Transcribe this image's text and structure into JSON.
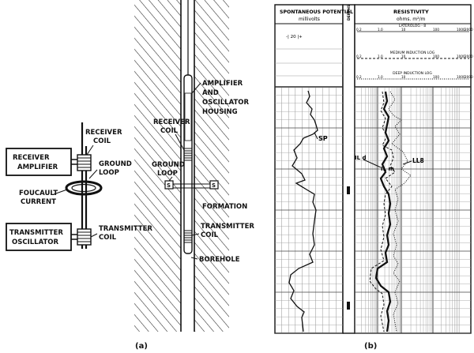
{
  "figure_a": {
    "caption": "(a)",
    "schematic_labels": {
      "receiver_coil": "RECEIVER\nCOIL",
      "receiver_amplifier": "RECEIVER\nAMPLIFIER",
      "ground_loop": "GROUND\nLOOP",
      "foucault_current": "FOUCAULT\nCURRENT",
      "transmitter_oscillator": "TRANSMITTER\nOSCILLATOR",
      "transmitter_coil": "TRANSMITTER\nCOIL"
    },
    "borehole_labels": {
      "amplifier_housing": "AMPLIFIER\nAND\nOSCILLATOR\nHOUSING",
      "receiver_coil": "RECEIVER\nCOIL",
      "ground_loop": "GROUND\nLOOP",
      "formation": "FORMATION",
      "transmitter_coil": "TRANSMITTER\nCOIL",
      "borehole": "BOREHOLE"
    }
  },
  "figure_b": {
    "caption": "(b)",
    "sp_track": {
      "title": "SPONTANEOUS POTENTIAL",
      "unit": "millivolts",
      "scale_note": "-| 20 |+",
      "curve_label": "SP"
    },
    "depth_column": {
      "title": "DEPTHS"
    },
    "resistivity_track": {
      "title": "RESISTIVITY",
      "unit": "ohms. m²/m",
      "curves": [
        "LATEROLOG - 8",
        "MEDIUM INDUCTION LOG",
        "DEEP INDUCTION LOG"
      ],
      "scale_ticks": [
        "0.2",
        "1.0",
        "10",
        "100",
        "1000",
        "2000"
      ],
      "curve_labels": [
        "IL d",
        "IL m",
        "LL8"
      ]
    }
  }
}
